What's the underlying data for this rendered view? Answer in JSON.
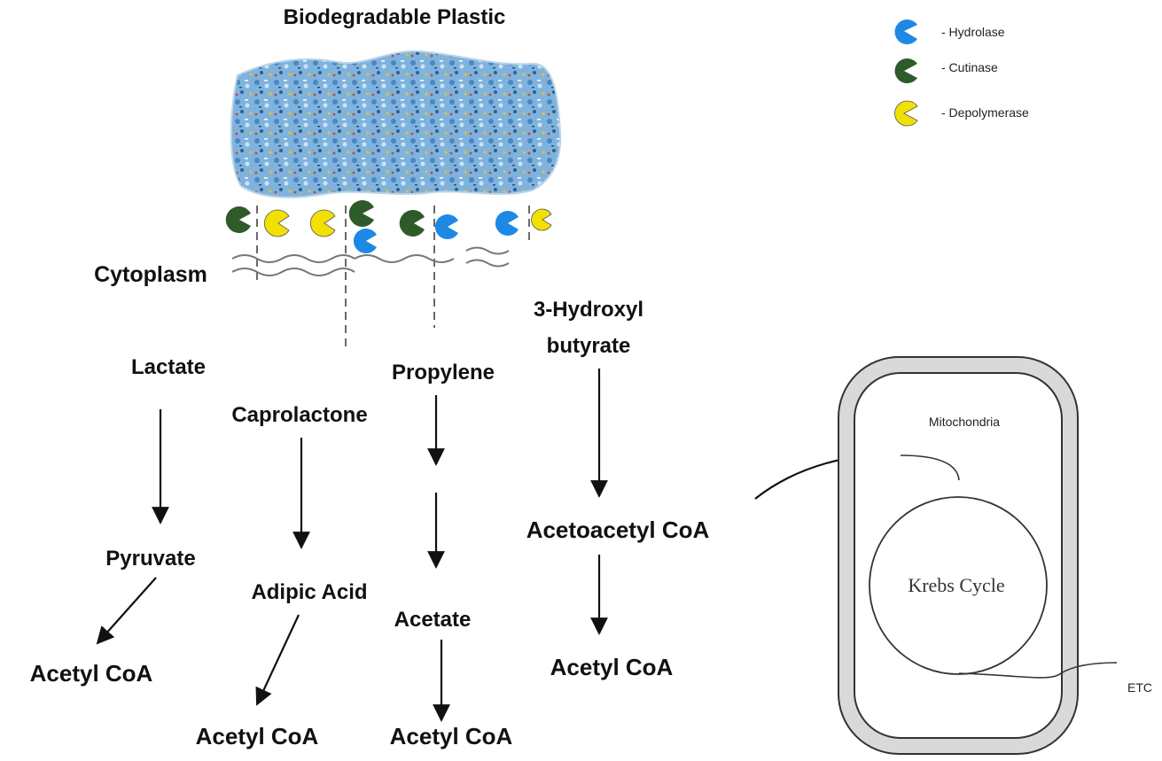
{
  "title": "Biodegradable Plastic",
  "cytoplasm_label": "Cytoplasm",
  "legend": [
    {
      "label": "- Hydrolase",
      "color": "#1e88e5",
      "icon": "pacman-hydrolase-icon"
    },
    {
      "label": "- Cutinase",
      "color": "#2e5b2a",
      "icon": "pacman-cutinase-icon"
    },
    {
      "label": "- Depolymerase",
      "color": "#f2e100",
      "icon": "pacman-depolymerase-icon"
    }
  ],
  "pathways": {
    "lactate": {
      "start": "Lactate",
      "mid": "Pyruvate",
      "end": "Acetyl CoA"
    },
    "caprolactone": {
      "start": "Caprolactone",
      "mid": "Adipic Acid",
      "end": "Acetyl CoA"
    },
    "propylene": {
      "start": "Propylene",
      "mid": "Acetate",
      "end": "Acetyl CoA"
    },
    "hydroxybutyrate": {
      "start_line1": "3-Hydroxyl",
      "start_line2": "butyrate",
      "mid": "Acetoacetyl CoA",
      "end": "Acetyl CoA"
    }
  },
  "mitochondria": {
    "label": "Mitochondria",
    "cycle": "Krebs Cycle",
    "etc": "ETC"
  },
  "colors": {
    "membrane": "#d9d9d9",
    "outline": "#333333",
    "plastic": "#6ea6d6"
  }
}
